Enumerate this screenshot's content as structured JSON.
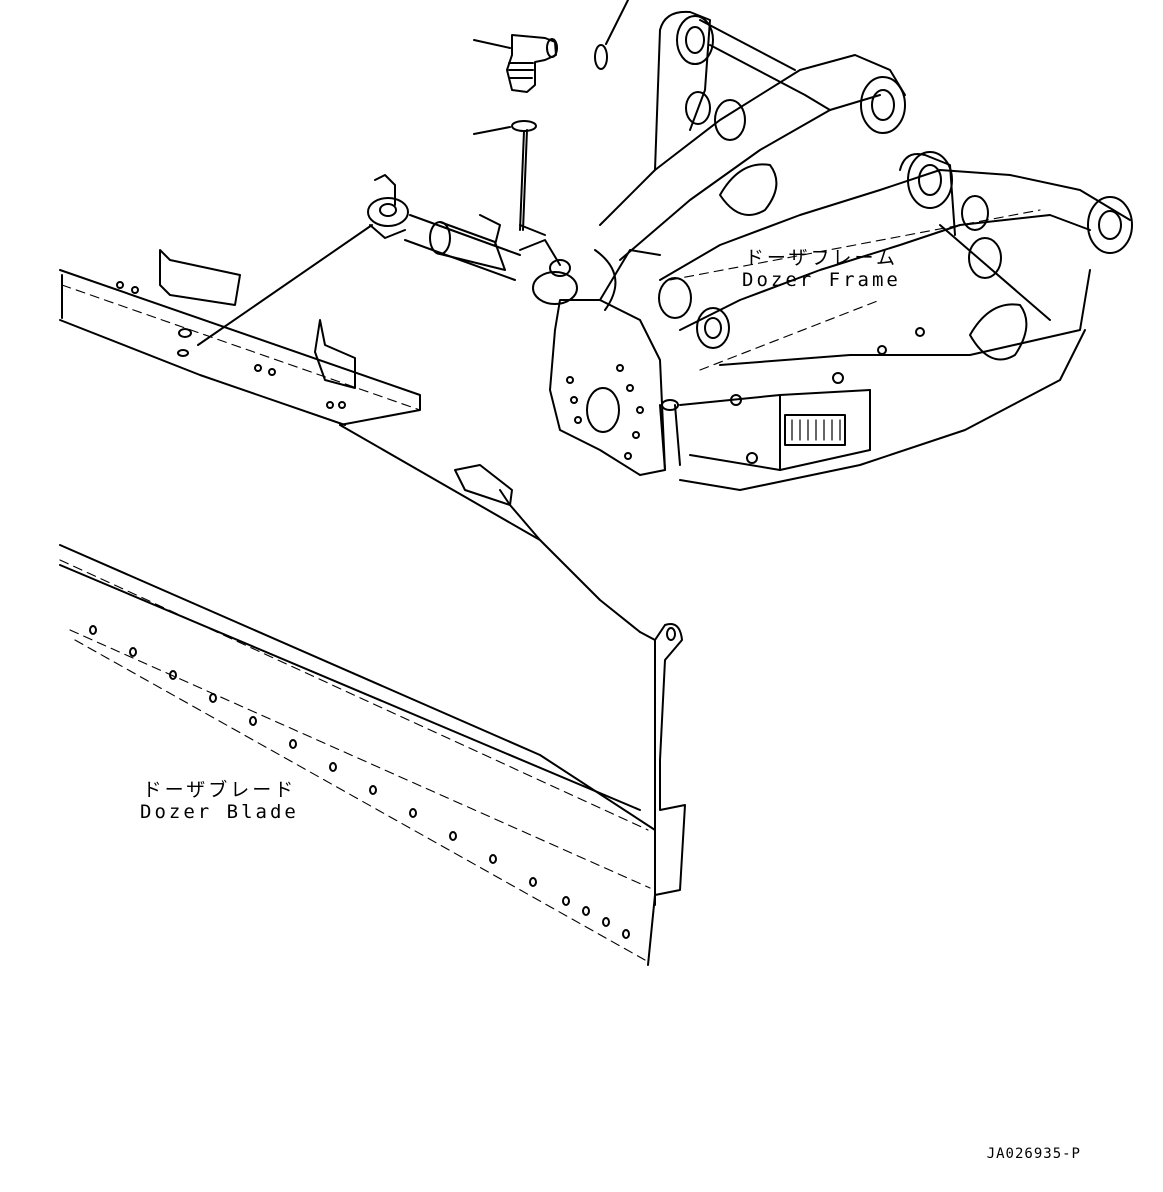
{
  "labels": {
    "dozer_frame_ja": "ドーザフレーム",
    "dozer_frame_en": "Dozer Frame",
    "dozer_blade_ja": "ドーザブレード",
    "dozer_blade_en": "Dozer Blade"
  },
  "drawing_code": "JA026935-P"
}
